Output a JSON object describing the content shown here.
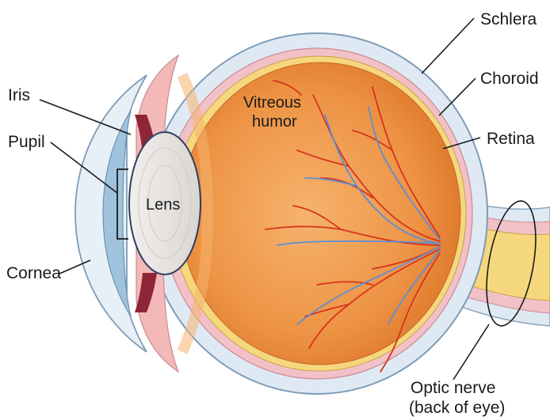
{
  "labels": {
    "schlera": "Schlera",
    "choroid": "Choroid",
    "retina": "Retina",
    "iris": "Iris",
    "pupil": "Pupil",
    "cornea": "Cornea",
    "lens": "Lens",
    "vitreous_line1": "Vitreous",
    "vitreous_line2": "humor",
    "optic_line1": "Optic nerve",
    "optic_line2": "(back of eye)"
  },
  "colors": {
    "sclera": "#dfe9f3",
    "choroid": "#f2c1c8",
    "retina_yellow": "#f5d77e",
    "vitreous_inner": "#f2a25c",
    "vitreous_outer": "#e07a2e",
    "iris_pink": "#f3b9b8",
    "cornea_blue": "#9fc3dc",
    "lens": "#e7e4e2",
    "artery": "#d8321e",
    "vein": "#5b8fd6"
  }
}
